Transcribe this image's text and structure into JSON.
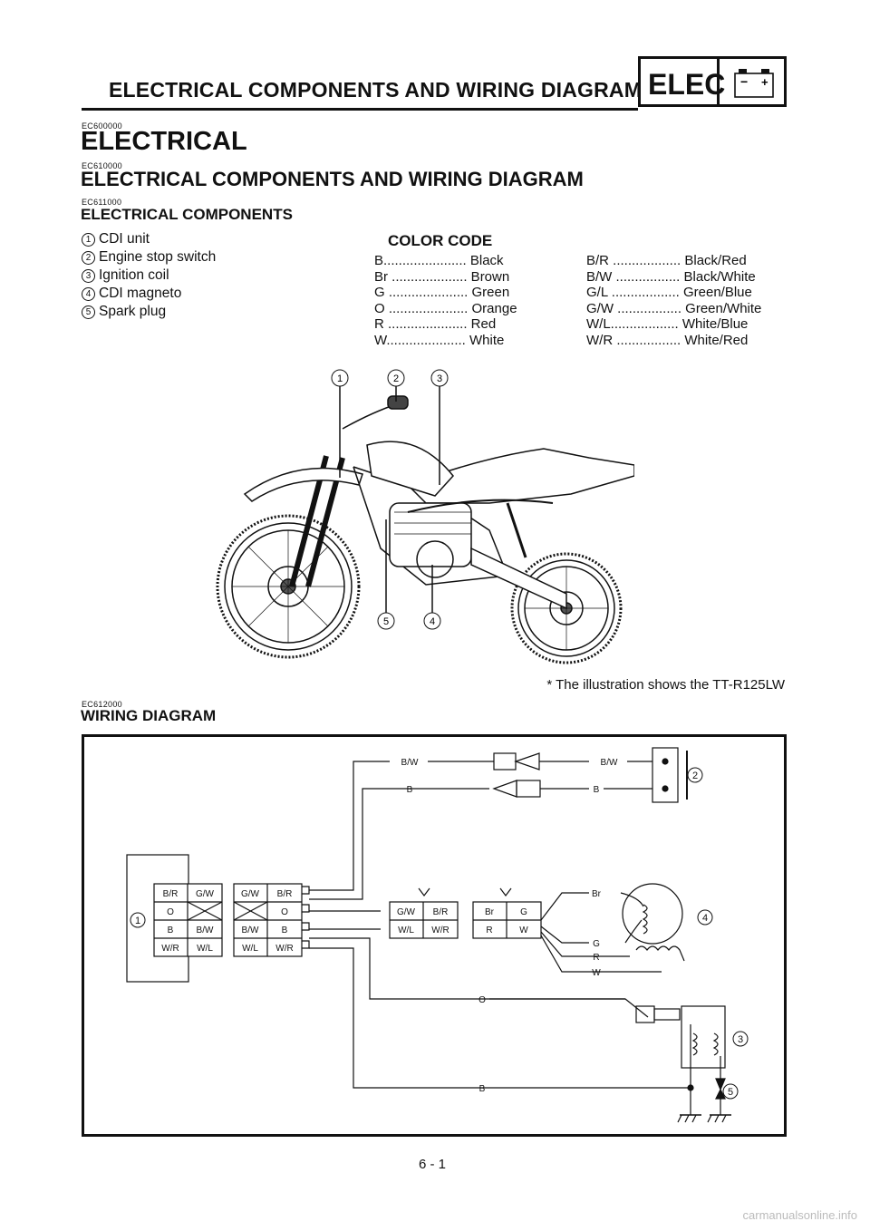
{
  "header": {
    "title": "ELECTRICAL COMPONENTS AND WIRING DIAGRAM",
    "badge": "ELEC",
    "battery_minus": "−",
    "battery_plus": "+"
  },
  "sections": {
    "electrical_code": "EC600000",
    "electrical_title": "ELECTRICAL",
    "components_wiring_code": "EC610000",
    "components_wiring_title": "ELECTRICAL COMPONENTS AND WIRING DIAGRAM",
    "components_code": "EC611000",
    "components_title": "ELECTRICAL COMPONENTS",
    "wiring_code": "EC612000",
    "wiring_title": "WIRING DIAGRAM"
  },
  "components": [
    {
      "num": "1",
      "label": "CDI unit"
    },
    {
      "num": "2",
      "label": "Engine stop switch"
    },
    {
      "num": "3",
      "label": "Ignition coil"
    },
    {
      "num": "4",
      "label": "CDI magneto"
    },
    {
      "num": "5",
      "label": "Spark plug"
    }
  ],
  "color_code": {
    "title": "COLOR CODE",
    "left": [
      "B...................... Black",
      "Br .................... Brown",
      "G ..................... Green",
      "O ..................... Orange",
      "R ..................... Red",
      "W..................... White"
    ],
    "right": [
      "B/R .................. Black/Red",
      "B/W ................. Black/White",
      "G/L .................. Green/Blue",
      "G/W ................. Green/White",
      "W/L.................. White/Blue",
      "W/R ................. White/Red"
    ]
  },
  "illustration": {
    "callouts": [
      "1",
      "2",
      "3",
      "4",
      "5"
    ],
    "caption": "* The illustration shows the TT-R125LW"
  },
  "wiring": {
    "cdi_unit_grid": [
      "B/R",
      "G/W",
      "O",
      "",
      "B",
      "B/W",
      "W/R",
      "W/L"
    ],
    "cdi_coupler_grid": [
      "G/W",
      "B/R",
      "",
      "O",
      "B/W",
      "B",
      "W/L",
      "W/R"
    ],
    "mid_coupler_grid": [
      "G/W",
      "B/R",
      "W/L",
      "W/R"
    ],
    "magneto_coupler_grid": [
      "Br",
      "G",
      "R",
      "W"
    ],
    "wire_bw": "B/W",
    "wire_b": "B",
    "wire_br": "Br",
    "wire_g": "G",
    "wire_r": "R",
    "wire_w": "W",
    "wire_o": "O",
    "label_1": "1",
    "label_2": "2",
    "label_3": "3",
    "label_4": "4",
    "label_5": "5"
  },
  "page": {
    "number": "6 - 1",
    "footer": "carmanualsonline.info"
  }
}
